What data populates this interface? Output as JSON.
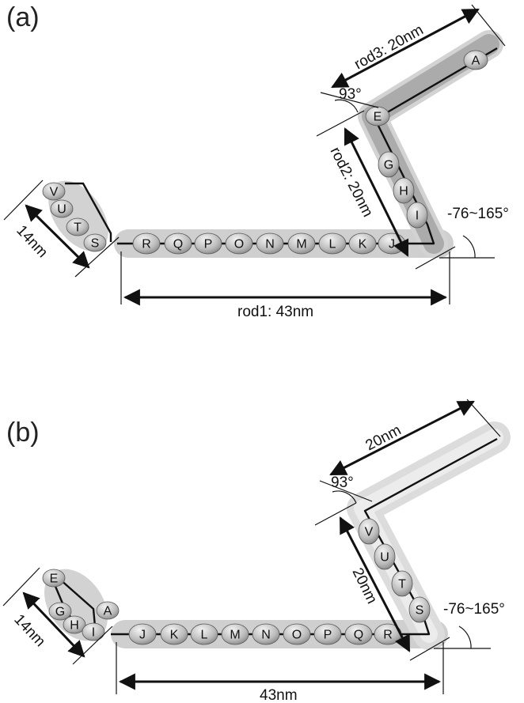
{
  "panels": [
    {
      "label": "(a)",
      "rod1_label": "rod1: 43nm",
      "rod2_label": "rod2: 20nm",
      "rod3_label": "rod3: 20nm",
      "head_label": "14nm",
      "angle_top": "93°",
      "angle_right": "-76~165°",
      "rod1_beads": [
        "R",
        "Q",
        "P",
        "O",
        "N",
        "M",
        "L",
        "K",
        "J"
      ],
      "rod2_beads": [
        "G",
        "H",
        "I"
      ],
      "rod3_beads": [
        "A"
      ],
      "elbow_bead": "E",
      "head_beads": [
        "V",
        "U",
        "T",
        "S"
      ]
    },
    {
      "label": "(b)",
      "rod1_label": "43nm",
      "rod2_label": "20nm",
      "rod3_label": "20nm",
      "head_label": "14nm",
      "angle_top": "93°",
      "angle_right": "-76~165°",
      "rod1_beads": [
        "J",
        "K",
        "L",
        "M",
        "N",
        "O",
        "P",
        "Q",
        "R"
      ],
      "rod2_beads": [
        "V",
        "U",
        "T",
        "S"
      ],
      "rod3_beads": [],
      "elbow_bead": "",
      "head_beads": [
        "E",
        "G",
        "H",
        "I",
        "A"
      ]
    }
  ],
  "colors": {
    "rod_outer": "#d9d9d9",
    "rod_inner": "#a9a9a9",
    "bead_light": "#eeeeee",
    "bead_dark": "#8f8f8f",
    "ink": "#111111"
  }
}
